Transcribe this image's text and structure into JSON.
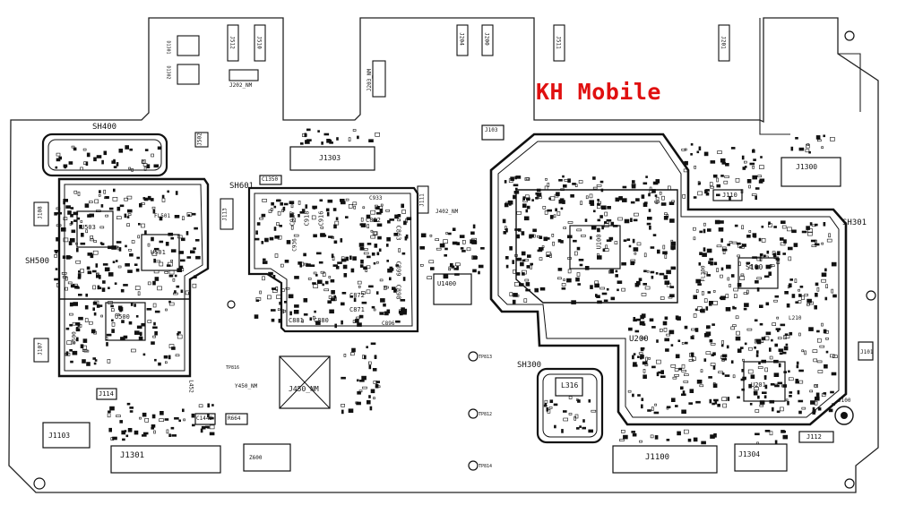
{
  "watermark": {
    "text": "KH Mobile",
    "color": "#e01010"
  },
  "colors": {
    "board_fill": "#ffffff",
    "outline": "#222222",
    "shield": "#111111",
    "pad": "#111111"
  },
  "shield_labels": [
    {
      "id": "sh400",
      "text": "SH400"
    },
    {
      "id": "sh500",
      "text": "SH500"
    },
    {
      "id": "sh601",
      "text": "SH601"
    },
    {
      "id": "sh300",
      "text": "SH300"
    },
    {
      "id": "sh301",
      "text": "SH301"
    }
  ],
  "connectors": [
    {
      "id": "j1303",
      "text": "J1303"
    },
    {
      "id": "j1300",
      "text": "J1300"
    },
    {
      "id": "j1301",
      "text": "J1301"
    },
    {
      "id": "j1100",
      "text": "J1100"
    },
    {
      "id": "j1304",
      "text": "J1304"
    },
    {
      "id": "j1103",
      "text": "J1103"
    },
    {
      "id": "j450",
      "text": "J450_NM"
    },
    {
      "id": "j402",
      "text": "J402_NM"
    },
    {
      "id": "j202",
      "text": "J202_NM"
    },
    {
      "id": "j110",
      "text": "J110"
    },
    {
      "id": "j114",
      "text": "J114"
    },
    {
      "id": "j112",
      "text": "J112"
    },
    {
      "id": "j100",
      "text": "J100"
    },
    {
      "id": "j101",
      "text": "J101"
    },
    {
      "id": "j103",
      "text": "J103"
    },
    {
      "id": "j108",
      "text": "J108"
    },
    {
      "id": "j107",
      "text": "J107"
    },
    {
      "id": "j113",
      "text": "J113"
    },
    {
      "id": "j111",
      "text": "J111"
    },
    {
      "id": "j512",
      "text": "J512"
    },
    {
      "id": "j510",
      "text": "J510"
    },
    {
      "id": "j204",
      "text": "J204"
    },
    {
      "id": "j200",
      "text": "J200"
    },
    {
      "id": "j511",
      "text": "J511"
    },
    {
      "id": "j201",
      "text": "J201"
    },
    {
      "id": "j203",
      "text": "J203_NM"
    },
    {
      "id": "j502",
      "text": "J502"
    }
  ],
  "chips": [
    {
      "id": "u503",
      "text": "U503"
    },
    {
      "id": "u501",
      "text": "U501"
    },
    {
      "id": "u500",
      "text": "U500"
    },
    {
      "id": "u1400",
      "text": "U1400"
    },
    {
      "id": "u100",
      "text": "U100"
    },
    {
      "id": "u200",
      "text": "U200"
    },
    {
      "id": "u201",
      "text": "U201"
    },
    {
      "id": "s100",
      "text": "S100"
    },
    {
      "id": "l316",
      "text": "L316"
    },
    {
      "id": "fl501",
      "text": "FL501"
    },
    {
      "id": "y500",
      "text": "Y500"
    },
    {
      "id": "y450",
      "text": "Y450_NM"
    },
    {
      "id": "l452",
      "text": "L452"
    },
    {
      "id": "r664",
      "text": "R664"
    },
    {
      "id": "c1449",
      "text": "C1449"
    },
    {
      "id": "c1350",
      "text": "C1350"
    },
    {
      "id": "z600",
      "text": "Z600"
    },
    {
      "id": "d1301",
      "text": "D1301"
    },
    {
      "id": "d1302",
      "text": "D1302"
    },
    {
      "id": "l210",
      "text": "L210"
    },
    {
      "id": "fl300",
      "text": "FL300"
    }
  ],
  "caps": [
    {
      "id": "c917",
      "text": "C917"
    },
    {
      "id": "c918",
      "text": "C918"
    },
    {
      "id": "c916",
      "text": "C916"
    },
    {
      "id": "c862",
      "text": "C862"
    },
    {
      "id": "c863",
      "text": "C863"
    },
    {
      "id": "c899",
      "text": "C899"
    },
    {
      "id": "c898",
      "text": "C898"
    },
    {
      "id": "c872",
      "text": "C872"
    },
    {
      "id": "c871",
      "text": "C871"
    },
    {
      "id": "c880",
      "text": "C880"
    },
    {
      "id": "c881",
      "text": "C881"
    },
    {
      "id": "c896",
      "text": "C896"
    },
    {
      "id": "c933",
      "text": "C933"
    },
    {
      "id": "c936",
      "text": "C936"
    }
  ],
  "testpoints": [
    {
      "id": "tp813",
      "text": "TP813"
    },
    {
      "id": "tp812",
      "text": "TP812"
    },
    {
      "id": "tp814",
      "text": "TP814"
    },
    {
      "id": "tp816",
      "text": "TP816"
    }
  ]
}
